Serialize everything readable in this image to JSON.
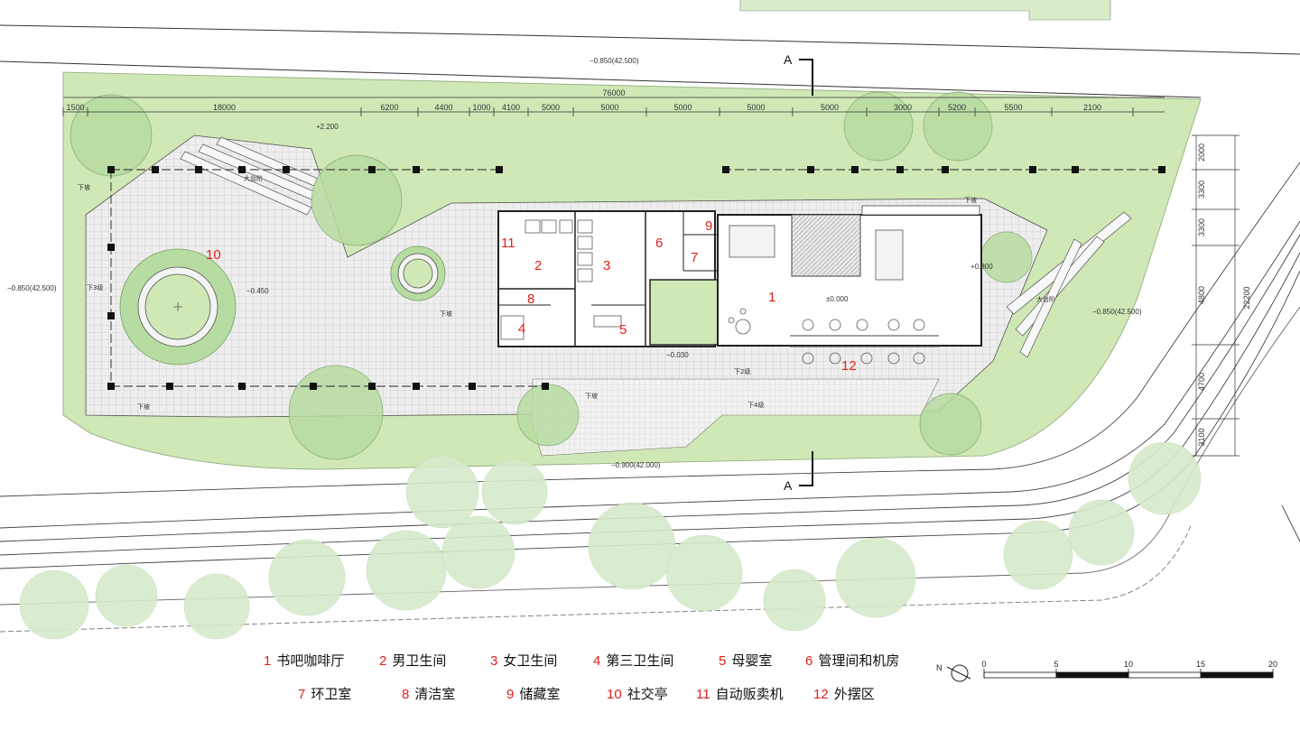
{
  "dimensions": {
    "total_width": "76000",
    "top_segments": [
      "1500",
      "18000",
      "6200",
      "4400",
      "1000",
      "4100",
      "5000",
      "5000",
      "5000",
      "5000",
      "5000",
      "3000",
      "5200",
      "5500",
      "2100"
    ],
    "right_total": "22200",
    "right_segments": [
      "2000",
      "3300",
      "3300",
      "4800",
      "4700",
      "3100"
    ]
  },
  "levels": {
    "north_road": "−0.850(42.500)",
    "west": "−0.850(42.500)",
    "east": "−0.850(42.500)",
    "south_road": "−0.900(42.000)",
    "plaza_high": "+2.200",
    "plaza": "−0.450",
    "floor": "±0.000",
    "terrace": "+0.800",
    "entry": "−0.030"
  },
  "notes": {
    "down_slope": "下坡",
    "down3": "下3级",
    "down2": "下2级",
    "down4": "下4级",
    "big_steps": "大台阶"
  },
  "section_mark": "A",
  "rooms": [
    {
      "no": "1",
      "name": "书吧咖啡厅"
    },
    {
      "no": "2",
      "name": "男卫生间"
    },
    {
      "no": "3",
      "name": "女卫生间"
    },
    {
      "no": "4",
      "name": "第三卫生间"
    },
    {
      "no": "5",
      "name": "母婴室"
    },
    {
      "no": "6",
      "name": "管理间和机房"
    },
    {
      "no": "7",
      "name": "环卫室"
    },
    {
      "no": "8",
      "name": "清洁室"
    },
    {
      "no": "9",
      "name": "储藏室"
    },
    {
      "no": "10",
      "name": "社交亭"
    },
    {
      "no": "11",
      "name": "自动贩卖机"
    },
    {
      "no": "12",
      "name": "外摆区"
    }
  ],
  "scale_bar": {
    "ticks": [
      "0",
      "5",
      "10",
      "15",
      "20"
    ]
  },
  "north": "N",
  "colors": {
    "lawn": "#cfe8b5",
    "paving": "#e6e6e6",
    "tree": "#9fcf85",
    "ghost_tree": "#d7ebcb",
    "room_number": "#e0201b"
  }
}
